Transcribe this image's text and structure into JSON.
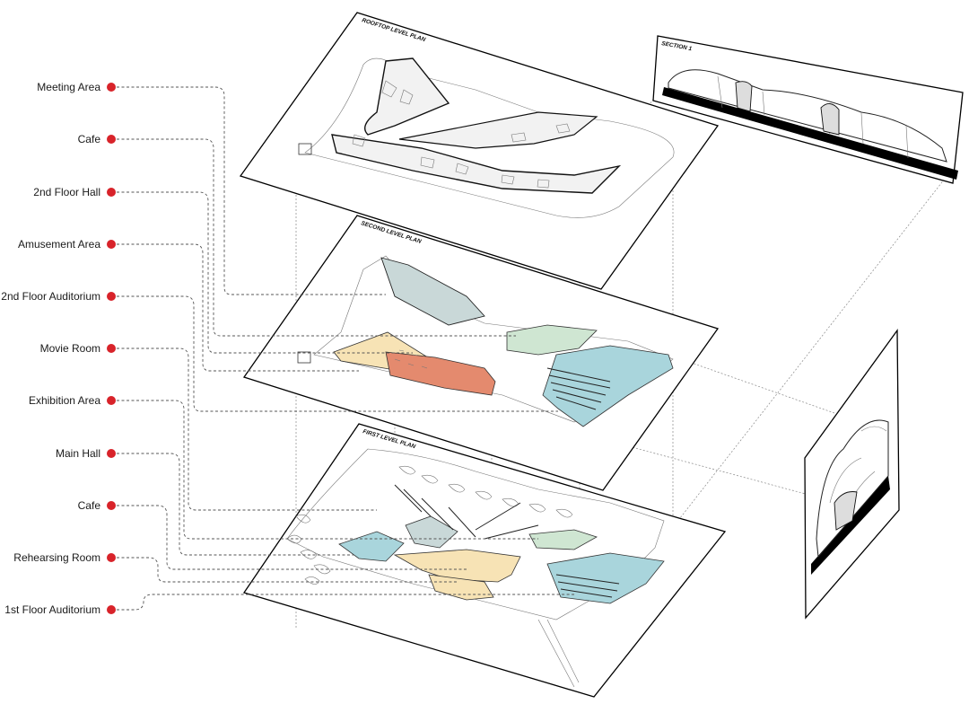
{
  "labels": [
    "Meeting Area",
    "Cafe",
    "2nd Floor Hall",
    "Amusement Area",
    "2nd Floor Auditorium",
    "Movie Room",
    "Exhibition Area",
    "Main Hall",
    "Cafe",
    "Rehearsing Room",
    "1st Floor Auditorium"
  ],
  "plates": {
    "rooftop": "ROOFTOP LEVEL PLAN",
    "second": "SECOND LEVEL PLAN",
    "first": "FIRST LEVEL PLAN",
    "section": "SECTION 1"
  },
  "colors": {
    "marker": "#d8232a",
    "zone_yellow": "#f7e3b5",
    "zone_orange": "#e48a6e",
    "zone_teal": "#a9d5dc",
    "zone_green": "#cfe6d2",
    "zone_grey": "#c9d8d8"
  }
}
